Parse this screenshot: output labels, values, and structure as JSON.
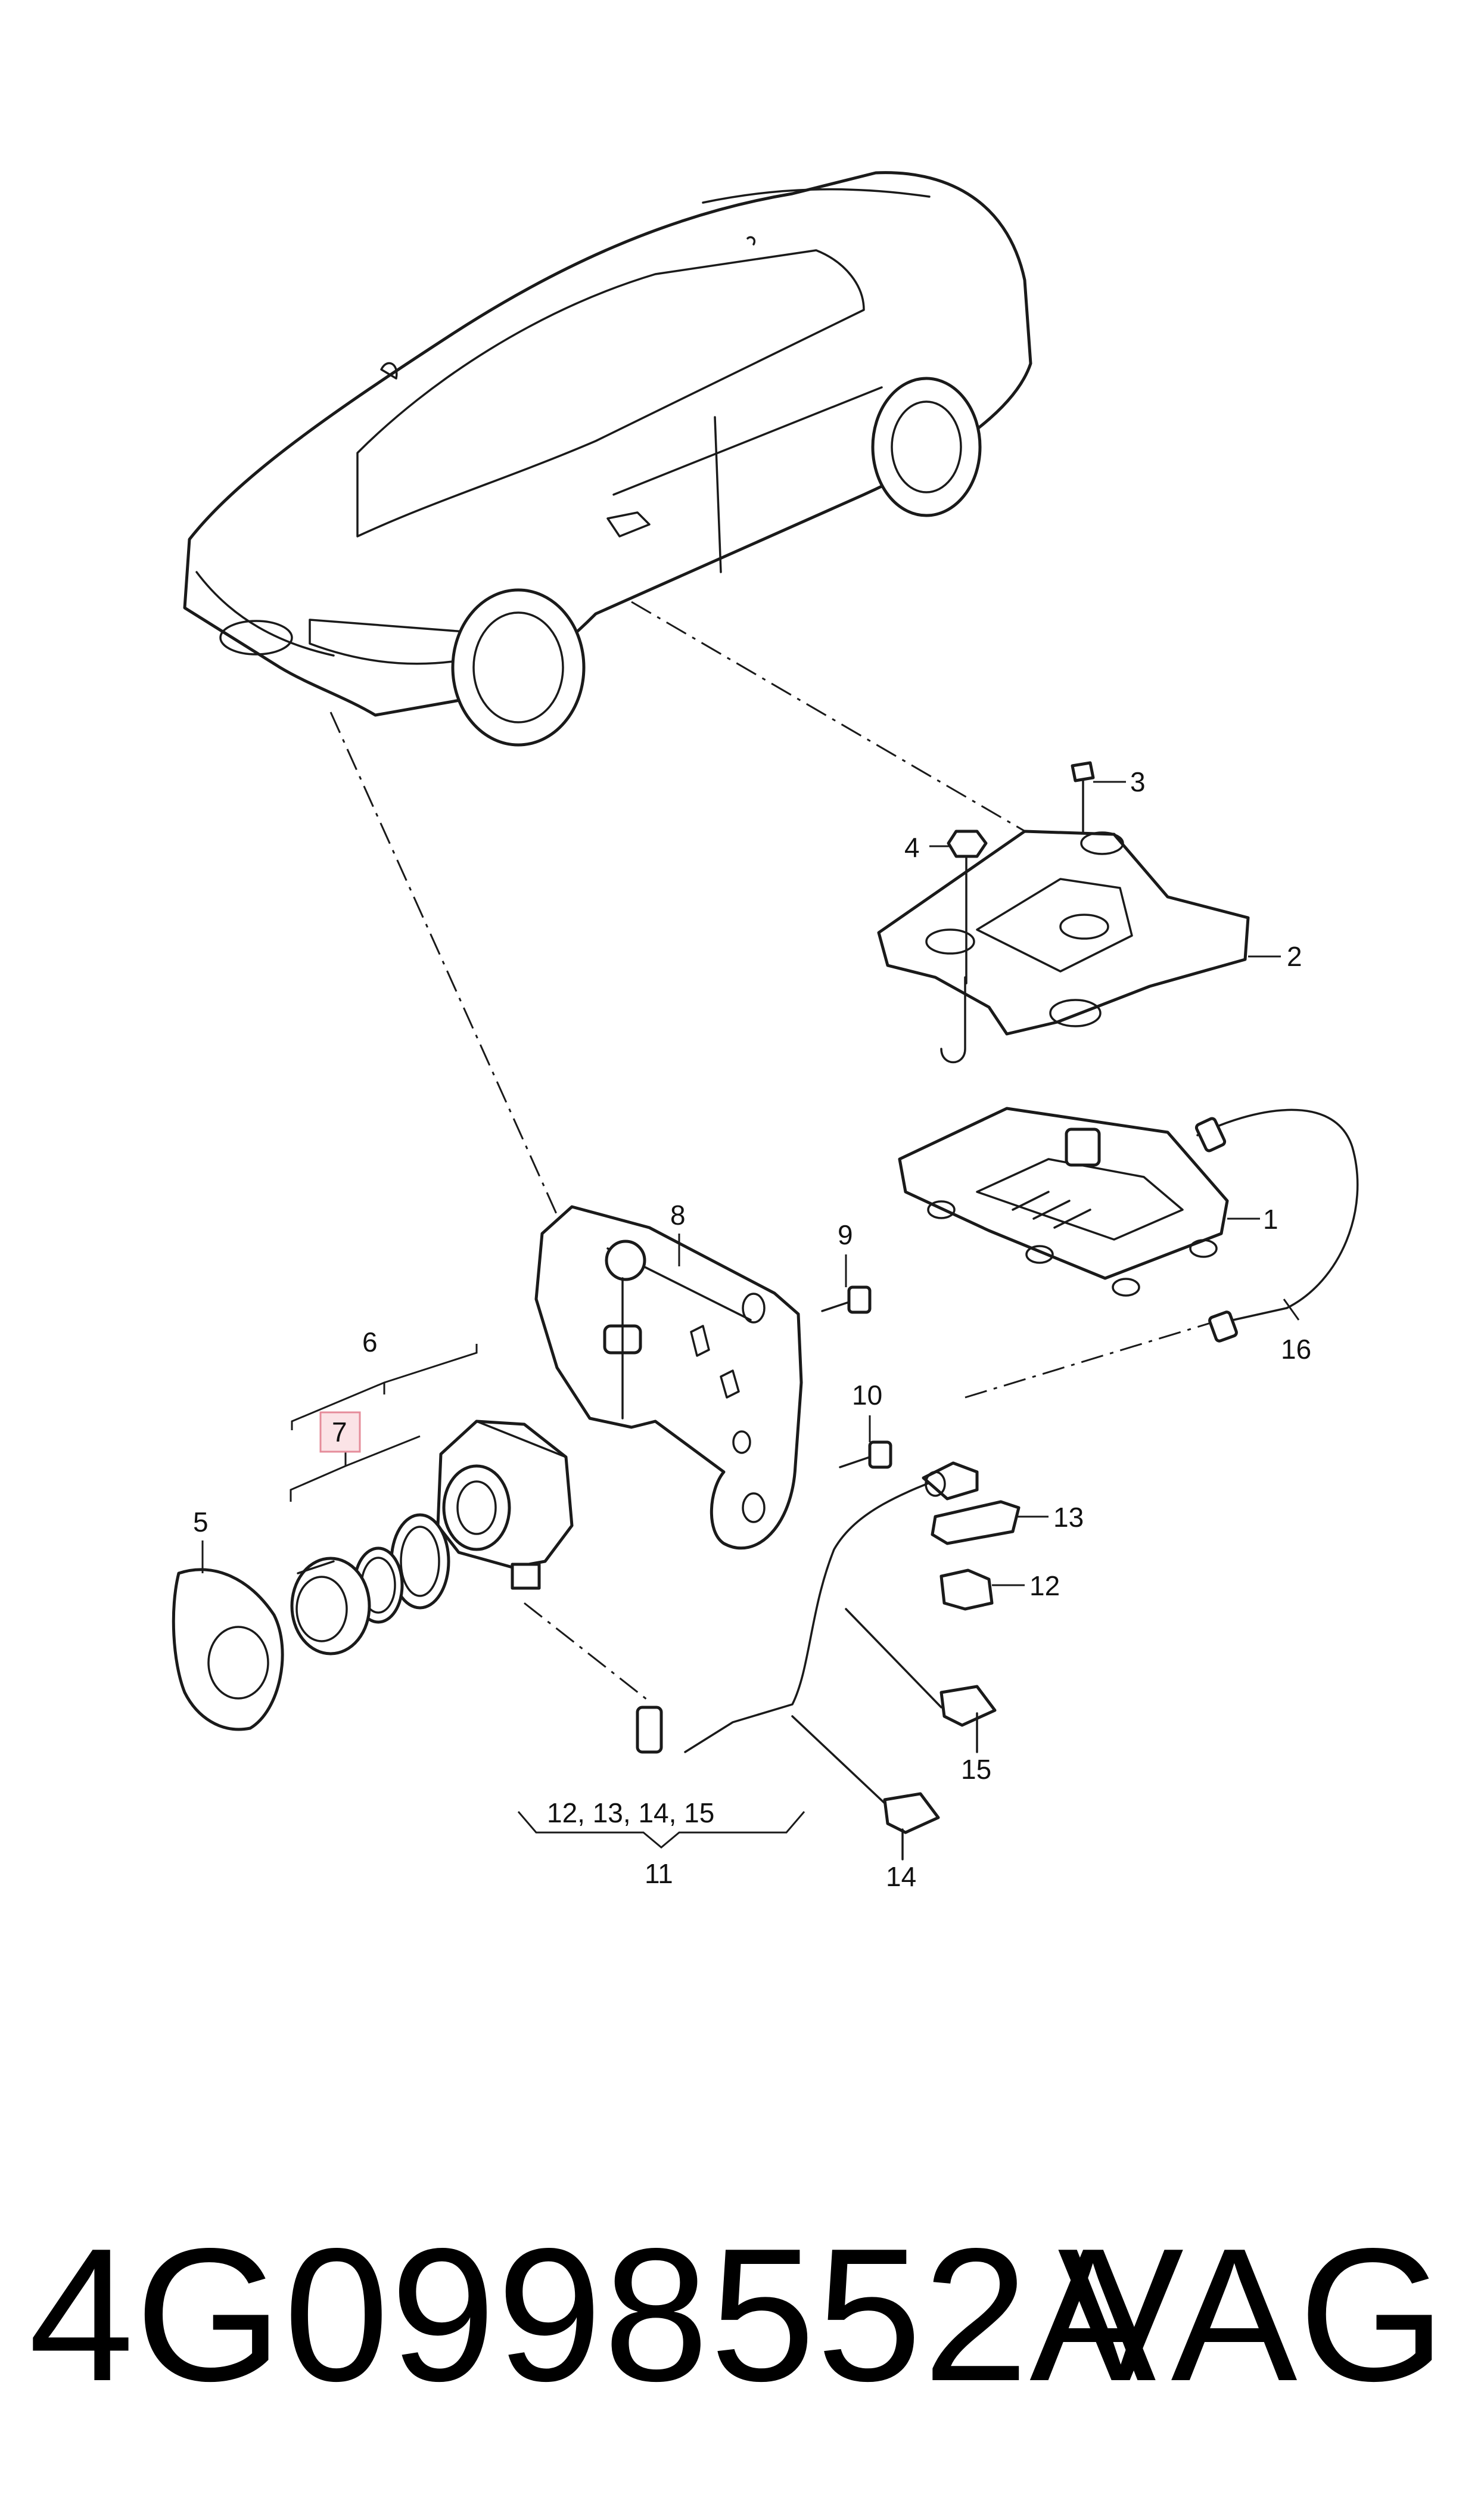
{
  "callouts": {
    "c1": "1",
    "c2": "2",
    "c3": "3",
    "c4": "4",
    "c5": "5",
    "c6": "6",
    "c7": "7",
    "c8": "8",
    "c9": "9",
    "c10": "10",
    "c11": "11",
    "c11_group": "12, 13, 14, 15",
    "c12": "12",
    "c13": "13",
    "c14": "14",
    "c15": "15",
    "c16": "16"
  },
  "footer": {
    "part_number": "4G0998552A",
    "brand": "VAG"
  },
  "colors": {
    "line": "#1a1a1a",
    "highlight_fill": "#fbe3e6",
    "highlight_stroke": "#e58c9a"
  }
}
